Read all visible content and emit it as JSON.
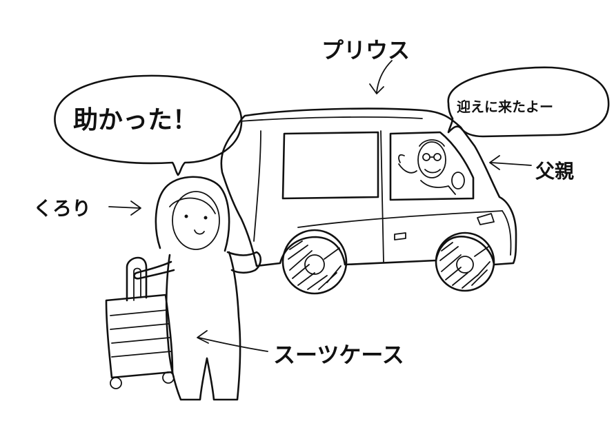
{
  "labels": {
    "prius": "プリウス",
    "daughter_speech": "助かった！",
    "father_speech": "迎えに来たよー",
    "father": "父親",
    "kurori": "くろり",
    "suitcase": "スーツケース"
  },
  "colors": {
    "ink": "#111111",
    "paper": "#ffffff"
  }
}
